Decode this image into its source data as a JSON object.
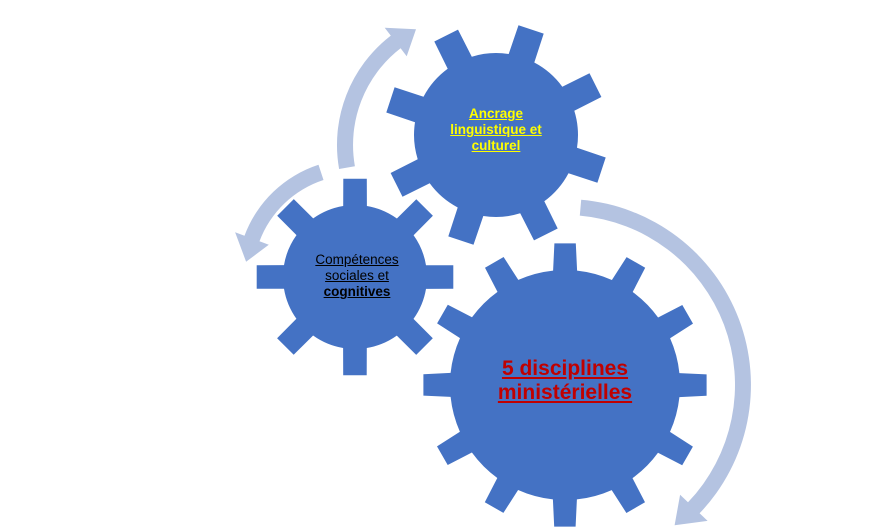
{
  "colors": {
    "gear": "#4472C4",
    "arrow": "#B4C3E1",
    "top_label": "#FFFF00",
    "left_label": "#000000",
    "big_label": "#C00000"
  },
  "gears": {
    "top": {
      "lines": [
        "Ancrage",
        "linguistique et",
        "culturel"
      ]
    },
    "left": {
      "line1": "Compétences",
      "line2": "sociales et",
      "line3": "cognitives"
    },
    "big": {
      "lines": [
        "5 disciplines",
        "ministérielles"
      ]
    }
  }
}
